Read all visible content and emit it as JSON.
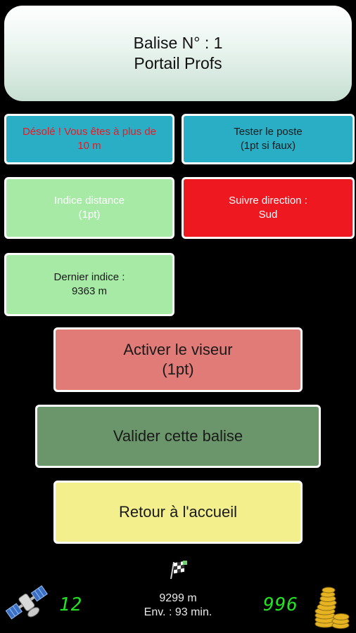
{
  "header": {
    "title_line1": "Balise N° : 1",
    "title_line2": "Portail Profs"
  },
  "tiles": {
    "alert": {
      "line1": "Désolé ! Vous êtes à plus de",
      "line2": "10 m"
    },
    "test_post": {
      "line1": "Tester le poste",
      "line2": "(1pt si faux)"
    },
    "distance_hint": {
      "line1": "Indice distance",
      "line2": "(1pt)"
    },
    "direction": {
      "line1": "Suivre direction :",
      "line2": "Sud"
    },
    "last_hint": {
      "line1": "Dernier indice :",
      "line2": "9363 m"
    }
  },
  "buttons": {
    "viewfinder": {
      "line1": "Activer le viseur",
      "line2": "(1pt)"
    },
    "validate": "Valider cette balise",
    "home": "Retour à l'accueil"
  },
  "footer": {
    "satellites": "12",
    "distance": "9299 m",
    "env_time": "Env. : 93 min.",
    "points": "996"
  },
  "icons": [
    "satellite-icon",
    "checkered-flag-icon",
    "gold-coins-icon"
  ],
  "colors": {
    "teal": "#2aaec6",
    "light_green": "#a6eaa6",
    "red": "#ee1820",
    "salmon": "#e07b78",
    "dark_green": "#6b966b",
    "yellow": "#f2ef8c",
    "led_green": "#22e422"
  }
}
